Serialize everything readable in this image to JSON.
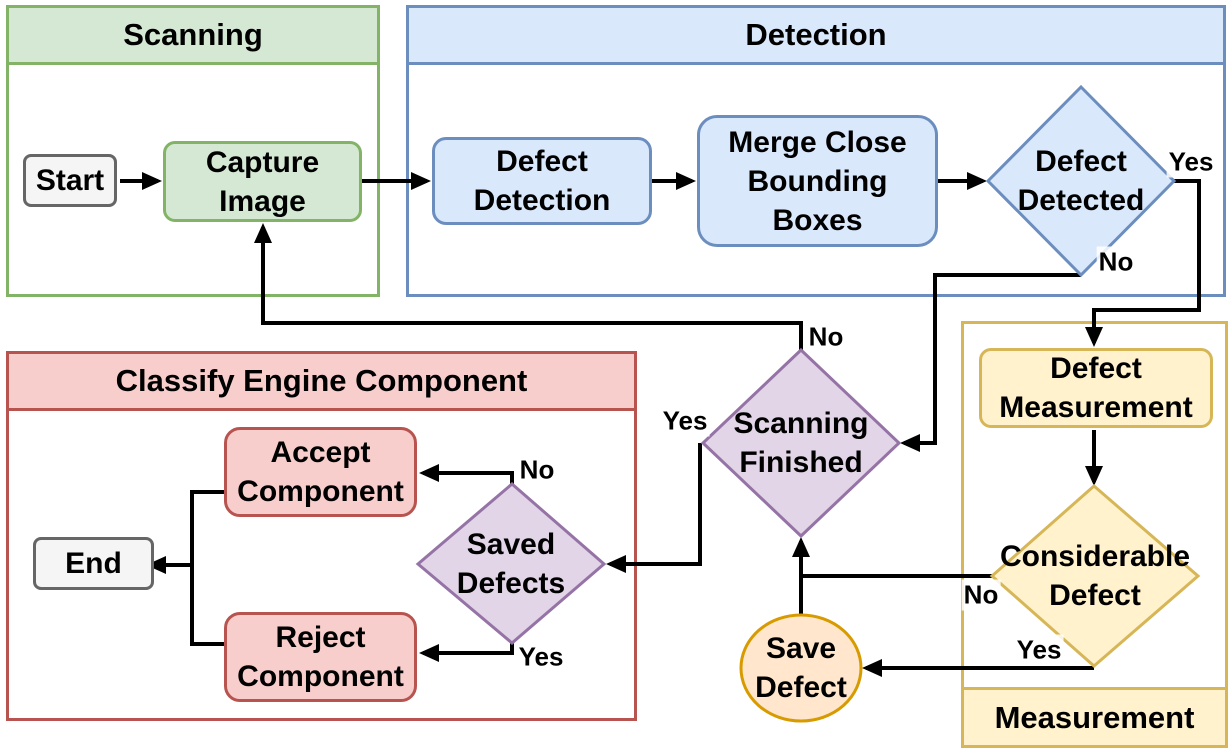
{
  "groups": {
    "scanning": {
      "title": "Scanning",
      "fill": "#d5e8d4",
      "stroke": "#82b366"
    },
    "detection": {
      "title": "Detection",
      "fill": "#dae8fc",
      "stroke": "#6c8ebf"
    },
    "classify": {
      "title": "Classify Engine Component",
      "fill": "#f8cecc",
      "stroke": "#b85450"
    },
    "measurement": {
      "title": "Measurement",
      "fill": "#fff2cc",
      "stroke": "#d6b656"
    }
  },
  "nodes": {
    "start": {
      "label": "Start",
      "shape": "rounded-rect",
      "fill": "#f5f5f5",
      "stroke": "#666666"
    },
    "capture_image": {
      "label": [
        "Capture",
        "Image"
      ],
      "shape": "rounded-rect",
      "fill": "#d5e8d4",
      "stroke": "#82b366"
    },
    "defect_detection": {
      "label": [
        "Defect",
        "Detection"
      ],
      "shape": "rounded-rect",
      "fill": "#dae8fc",
      "stroke": "#6c8ebf"
    },
    "merge_boxes": {
      "label": [
        "Merge Close",
        "Bounding",
        "Boxes"
      ],
      "shape": "rounded-rect",
      "fill": "#dae8fc",
      "stroke": "#6c8ebf"
    },
    "defect_detected": {
      "label": [
        "Defect",
        "Detected"
      ],
      "shape": "diamond",
      "fill": "#dae8fc",
      "stroke": "#6c8ebf"
    },
    "scanning_finished": {
      "label": [
        "Scanning",
        "Finished"
      ],
      "shape": "diamond",
      "fill": "#e1d5e7",
      "stroke": "#9673a6"
    },
    "defect_measurement": {
      "label": [
        "Defect",
        "Measurement"
      ],
      "shape": "rounded-rect",
      "fill": "#fff2cc",
      "stroke": "#d6b656"
    },
    "considerable_defect": {
      "label": [
        "Considerable",
        "Defect"
      ],
      "shape": "diamond",
      "fill": "#fff2cc",
      "stroke": "#d6b656"
    },
    "save_defect": {
      "label": [
        "Save",
        "Defect"
      ],
      "shape": "ellipse",
      "fill": "#ffe6cc",
      "stroke": "#d79b00"
    },
    "saved_defects": {
      "label": [
        "Saved",
        "Defects"
      ],
      "shape": "diamond",
      "fill": "#e1d5e7",
      "stroke": "#9673a6"
    },
    "accept_component": {
      "label": [
        "Accept",
        "Component"
      ],
      "shape": "rounded-rect",
      "fill": "#f8cecc",
      "stroke": "#b85450"
    },
    "reject_component": {
      "label": [
        "Reject",
        "Component"
      ],
      "shape": "rounded-rect",
      "fill": "#f8cecc",
      "stroke": "#b85450"
    },
    "end": {
      "label": "End",
      "shape": "rounded-rect",
      "fill": "#f5f5f5",
      "stroke": "#666666"
    }
  },
  "branch_labels": {
    "defect_detected_yes": "Yes",
    "defect_detected_no": "No",
    "scanning_finished_no": "No",
    "scanning_finished_yes": "Yes",
    "saved_defects_no": "No",
    "saved_defects_yes": "Yes",
    "considerable_defect_no": "No",
    "considerable_defect_yes": "Yes"
  },
  "colors": {
    "edge": "#000000",
    "text": "#000000",
    "background": "#ffffff"
  }
}
